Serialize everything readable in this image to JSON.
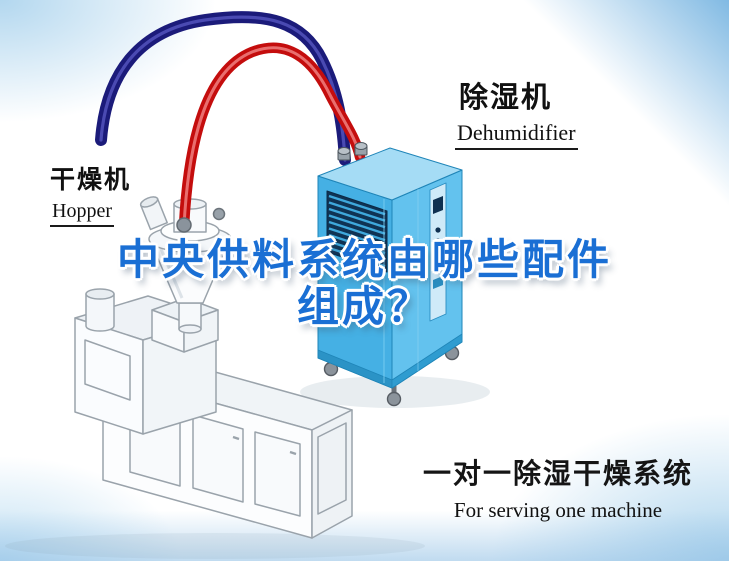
{
  "illustration": {
    "title": {
      "line1": "中央供料系统由哪些配件",
      "line2": "组成？"
    },
    "labels": {
      "hopper": {
        "cn": "干燥机",
        "en": "Hopper"
      },
      "dehumidifier": {
        "cn": "除湿机",
        "en": "Dehumidifier"
      }
    },
    "caption": {
      "cn": "一对一除湿干燥系统",
      "en": "For serving one machine"
    },
    "colors": {
      "title_text": "#1a6fd4",
      "pipe_blue": "#1b1b7a",
      "pipe_blue_highlight": "#5050b8",
      "pipe_red": "#c40d0d",
      "pipe_red_highlight": "#f08080",
      "dehumidifier_front": "#45b0e4",
      "dehumidifier_side": "#63c2ee",
      "dehumidifier_top": "#a5dcf5",
      "vent_dark": "#0f3354",
      "machine_outline": "#9aa3ab",
      "background_tint": "#aacfe8",
      "label_text": "#111111"
    }
  }
}
